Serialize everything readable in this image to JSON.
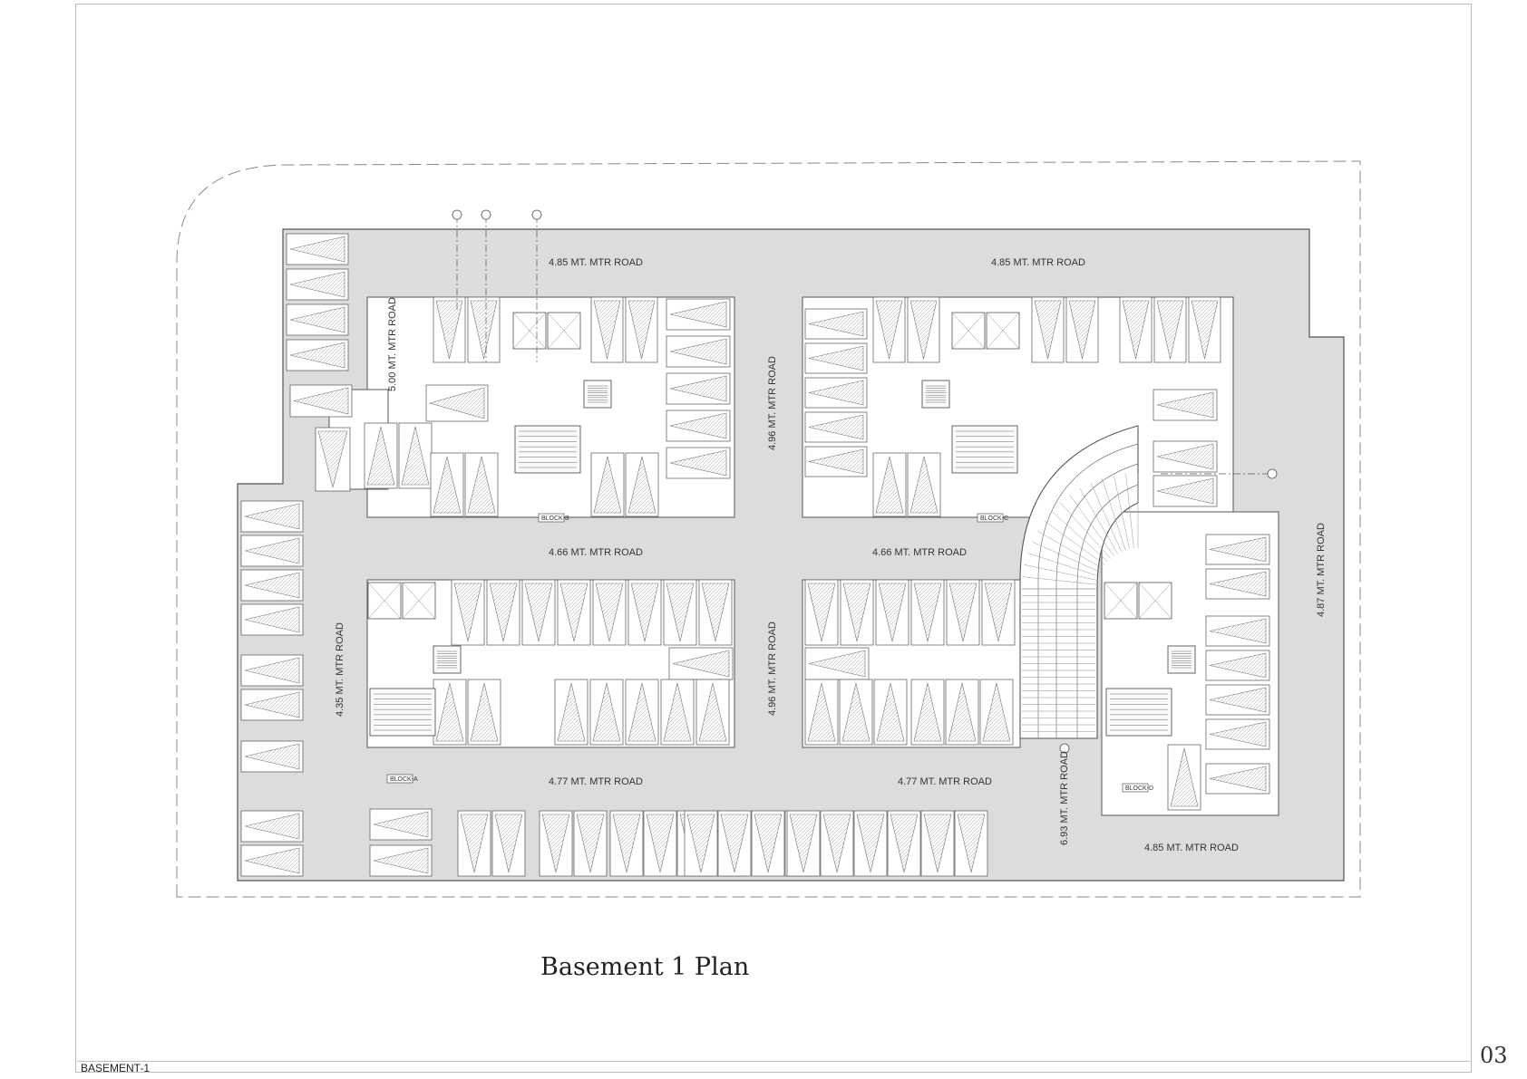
{
  "drawing": {
    "title": "Basement 1 Plan",
    "page_number": "03",
    "sheet_label": "BASEMENT-1"
  },
  "roads": [
    {
      "label": "4.85 MT. MTR ROAD"
    },
    {
      "label": "4.85 MT. MTR ROAD"
    },
    {
      "label": "5.00 MT. MTR ROAD"
    },
    {
      "label": "4.96 MT. MTR ROAD"
    },
    {
      "label": "4.66 MT. MTR ROAD"
    },
    {
      "label": "4.66 MT. MTR ROAD"
    },
    {
      "label": "4.87 MT. MTR ROAD"
    },
    {
      "label": "4.35 MT. MTR ROAD"
    },
    {
      "label": "4.96 MT. MTR ROAD"
    },
    {
      "label": "4.77 MT. MTR ROAD"
    },
    {
      "label": "4.77 MT. MTR ROAD"
    },
    {
      "label": "6.93 MT. MTR ROAD"
    },
    {
      "label": "4.85 MT. MTR ROAD"
    }
  ],
  "blocks": [
    {
      "label": "BLOCK-B"
    },
    {
      "label": "BLOCK-C"
    },
    {
      "label": "BLOCK-A"
    },
    {
      "label": "BLOCK-D"
    }
  ],
  "colors": {
    "road_fill": "#dcdcdc",
    "line": "#555555",
    "light_line": "#9a9a9a",
    "slot_hatch": "#b5b5b5"
  }
}
